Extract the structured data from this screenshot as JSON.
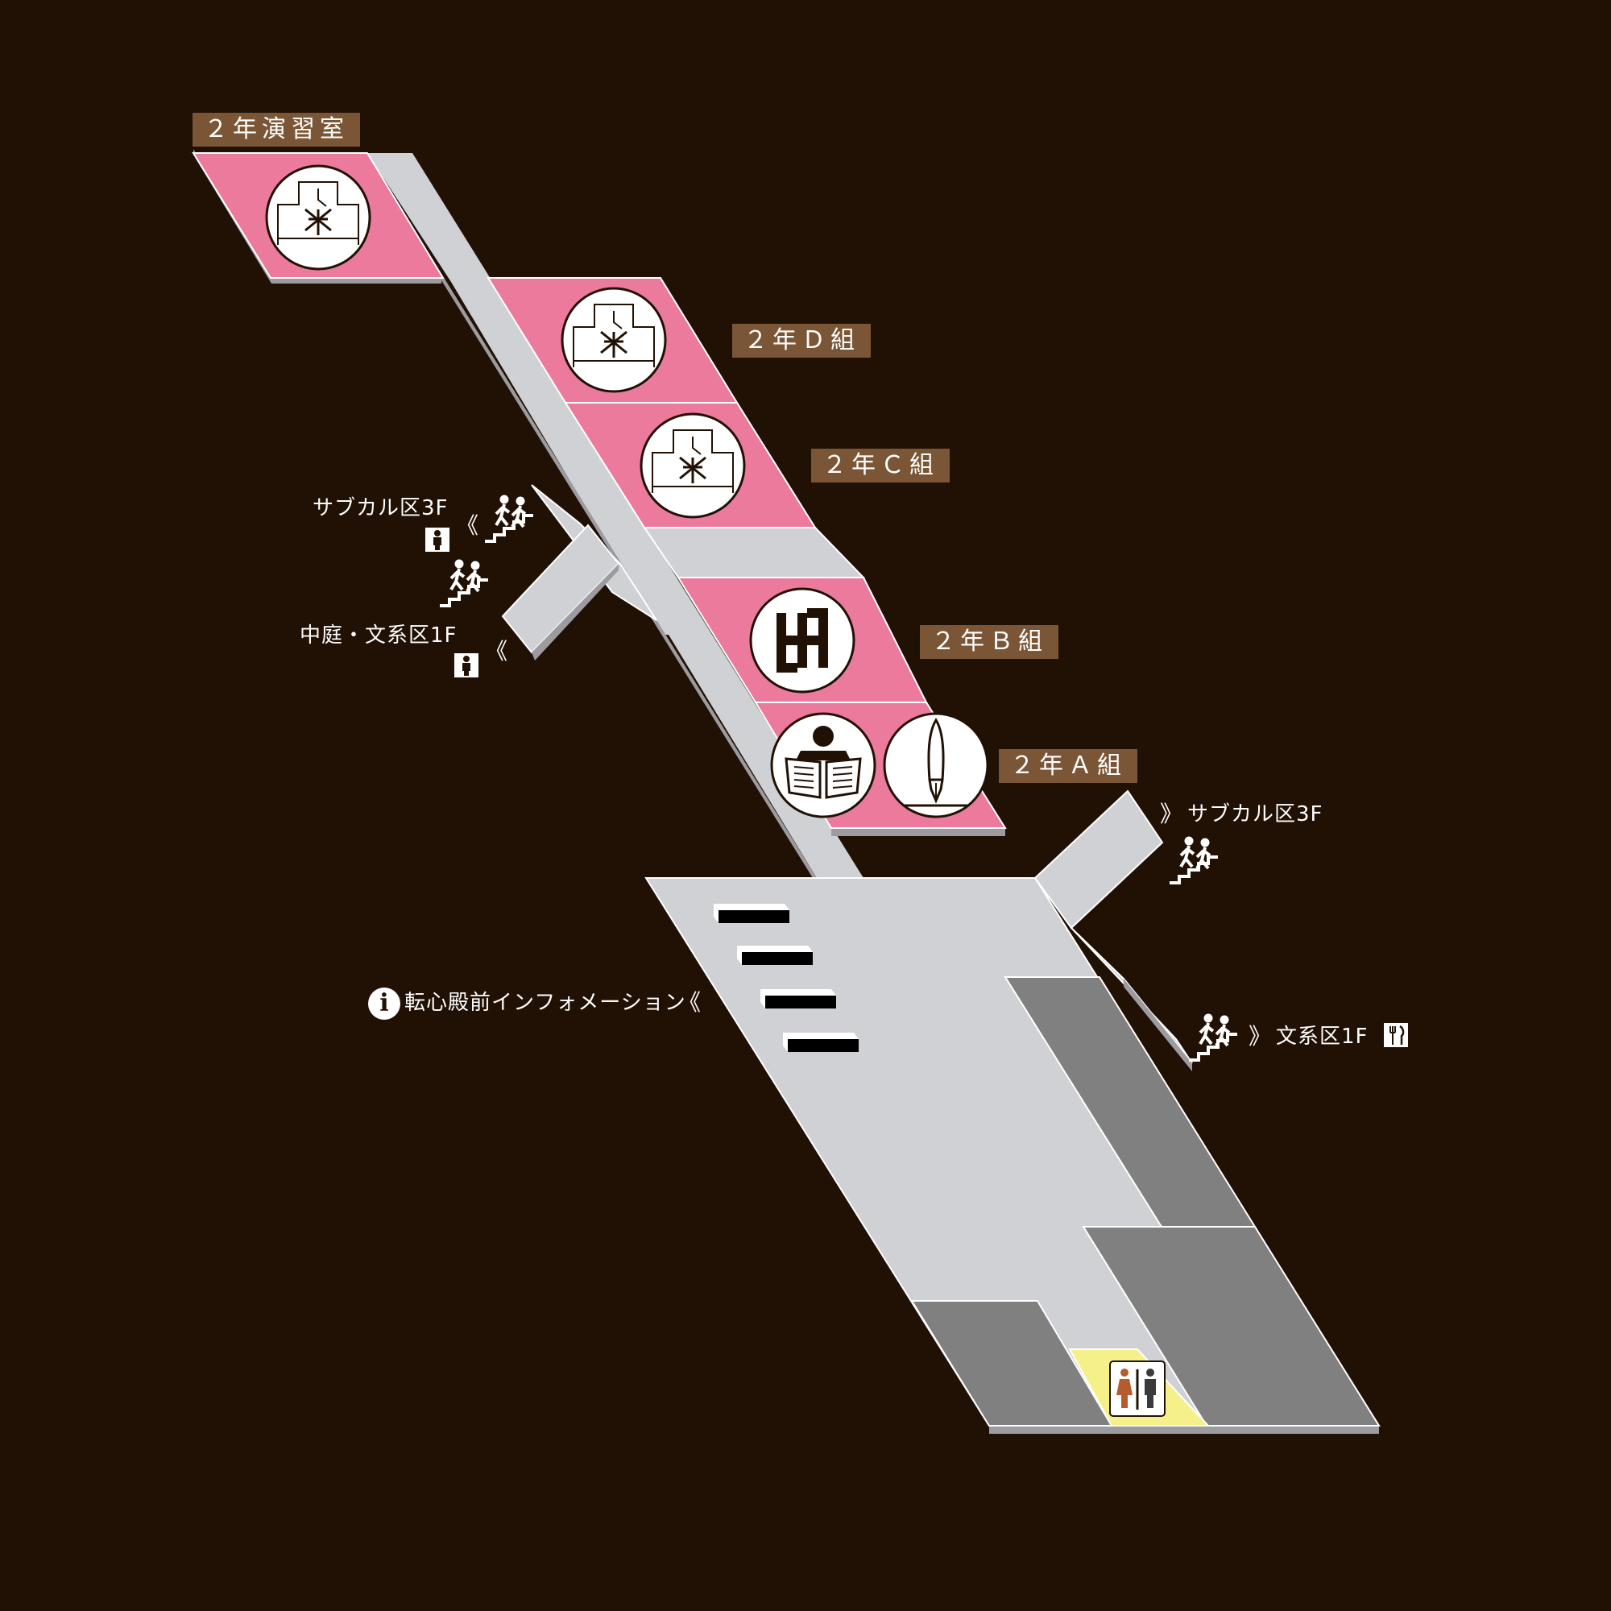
{
  "colors": {
    "background": "#211104",
    "corridor": "#d0d1d5",
    "corridor_edge": "#9c9ca0",
    "classroom": "#eb7a9d",
    "dark_area": "#808080",
    "restroom": "#f6f08a",
    "label_bg": "#7b5636"
  },
  "rooms": {
    "seminar": {
      "label": "２年演習室",
      "icon": "tokyo-station-building-icon"
    },
    "class_d": {
      "label": "２年Ｄ組",
      "icon": "tokyo-station-building-icon"
    },
    "class_c": {
      "label": "２年Ｃ組",
      "icon": "tokyo-station-building-icon"
    },
    "class_b": {
      "label": "２年Ｂ組",
      "icon": "manji-symbol-icon"
    },
    "class_a": {
      "label": "２年Ａ組",
      "icons": [
        "newspaper-reader-icon",
        "fountain-pen-icon"
      ]
    }
  },
  "navigation": {
    "upper_left_stairs": {
      "text": "サブカル区3F",
      "arrow": "《",
      "icons": [
        "stairs-up-icon",
        "men-restroom-icon"
      ]
    },
    "lower_left_stairs": {
      "text": "中庭・文系区1F",
      "arrow": "《",
      "icons": [
        "stairs-up-icon",
        "men-restroom-icon"
      ]
    },
    "information": {
      "text": "転心殿前インフォメーション",
      "arrow": "《",
      "icon": "information-icon",
      "icon_glyph": "i"
    },
    "right_upper_stairs": {
      "text": "サブカル区3F",
      "arrow": "》",
      "icon": "stairs-up-icon"
    },
    "right_lower_stairs": {
      "text": "文系区1F",
      "arrow": "》",
      "icons": [
        "stairs-up-icon",
        "dining-icon"
      ]
    }
  },
  "restroom": {
    "icon": "restroom-icon"
  }
}
